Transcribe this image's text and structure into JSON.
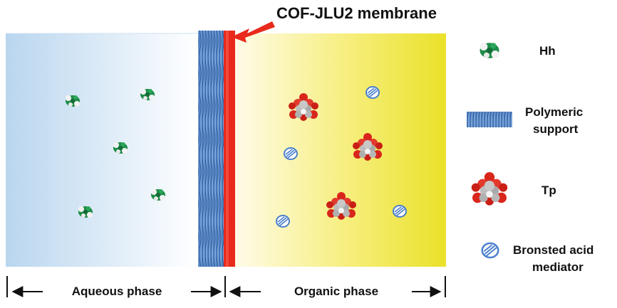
{
  "title": "COF-JLU2 membrane",
  "phases": {
    "aqueous_label": "Aqueous phase",
    "organic_label": "Organic phase"
  },
  "legend": {
    "hh": "Hh",
    "support_line1": "Polymeric",
    "support_line2": "support",
    "tp": "Tp",
    "mediator_line1": "Bronsted acid",
    "mediator_line2": "mediator"
  },
  "colors": {
    "aqueous": "#bcd8ef",
    "organic": "#f2ea3a",
    "membrane": "#e8291c",
    "support": "#4f86c9",
    "hh_green": "#1e8f4a",
    "tp_red": "#d9261c",
    "mediator_blue": "#5b8fd6"
  }
}
